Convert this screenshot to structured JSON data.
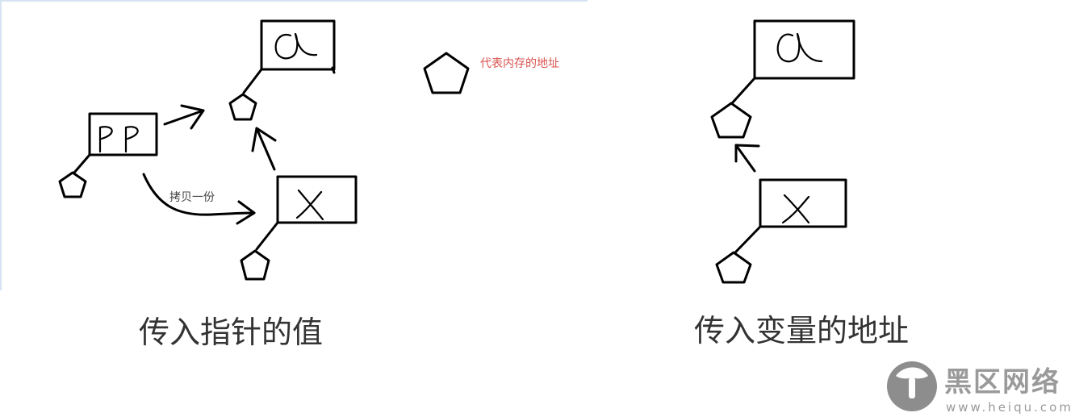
{
  "left_diagram": {
    "caption": "传入指针的值",
    "box_a": "α",
    "box_pp": "PP",
    "box_x": "X",
    "copy_label": "拷贝一份"
  },
  "legend": {
    "label": "代表内存的地址",
    "label_color": "#d9534f"
  },
  "right_diagram": {
    "caption": "传入变量的地址",
    "box_a": "α",
    "box_x": "X"
  },
  "watermark": {
    "title": "黑区网络",
    "url": "www.heiqu.com"
  },
  "colors": {
    "stroke": "#000000",
    "caption": "#333333",
    "watermark": "#9a9a9a",
    "frame": "#d7e3f3"
  }
}
